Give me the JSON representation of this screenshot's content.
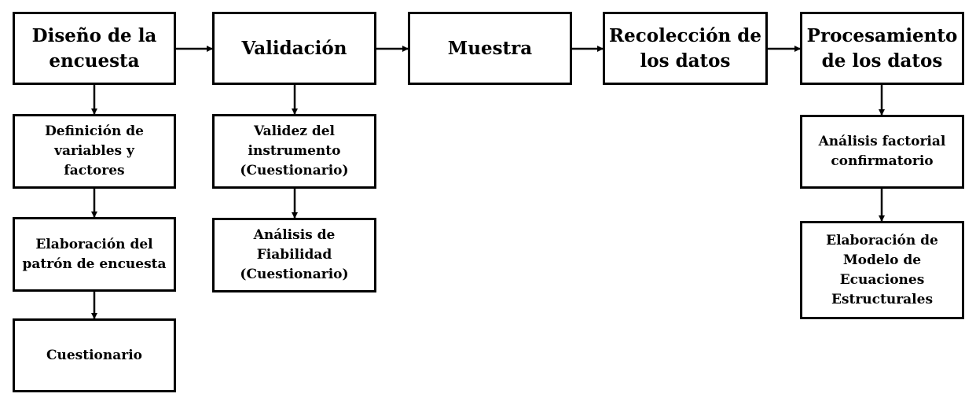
{
  "main_steps": [
    "Diseño de la\nencuesta",
    "Validación",
    "Muestra",
    "Recolección de\nlos datos",
    "Procesamiento\nde los datos"
  ],
  "diseno_substeps": [
    "Definición de\nvariables y\nfactores",
    "Elaboración del\npatrón de encuesta",
    "Cuestionario"
  ],
  "validacion_substeps": [
    "Validez del\ninstrumento\n(Cuestionario)",
    "Análisis de\nFiabilidad\n(Cuestionario)"
  ],
  "procesamiento_substeps": [
    "Análisis factorial\nconfirmatorio",
    "Elaboración de\nModelo de\nEcuaciones\nEstructurales"
  ]
}
